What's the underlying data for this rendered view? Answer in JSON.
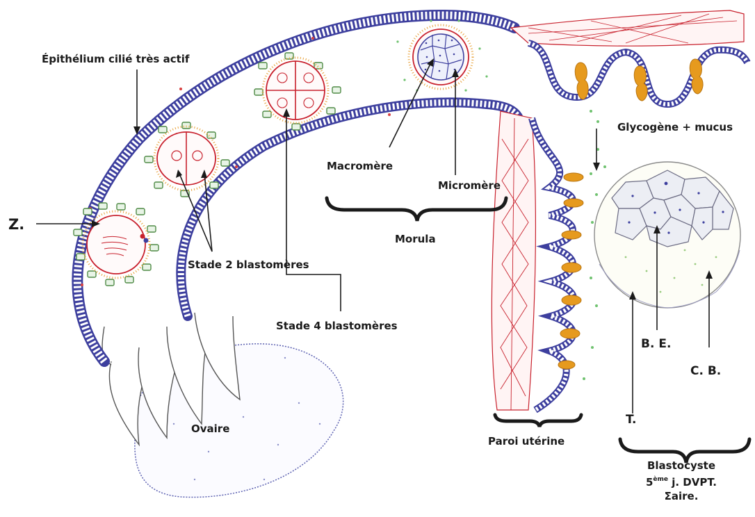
{
  "labels": {
    "epithelium": "Épithélium cilié très actif",
    "zygote": "Z.",
    "stage2": "Stade 2 blastomères",
    "stage4": "Stade 4 blastomères",
    "macromere": "Macromère",
    "micromere": "Micromère",
    "morula": "Morula",
    "glycogen": "Glycogène + mucus",
    "ovary": "Ovaire",
    "uterine_wall": "Paroi utérine",
    "be": "B. E.",
    "cb": "C. B.",
    "t": "T."
  },
  "caption": {
    "line1": "Blastocyste",
    "day_number": "5",
    "day_sup": "ème",
    "day_rest": " j. DVPT.",
    "line3": "Σaire."
  },
  "colors": {
    "epithelium": "#3d3f9e",
    "cell_outline": "#c8202c",
    "cell_halo": "#e8a23a",
    "follicle": "#4e8a45",
    "gland": "#e69a1e",
    "ovary": "#5a5fb0",
    "line": "#1a1a1a"
  }
}
